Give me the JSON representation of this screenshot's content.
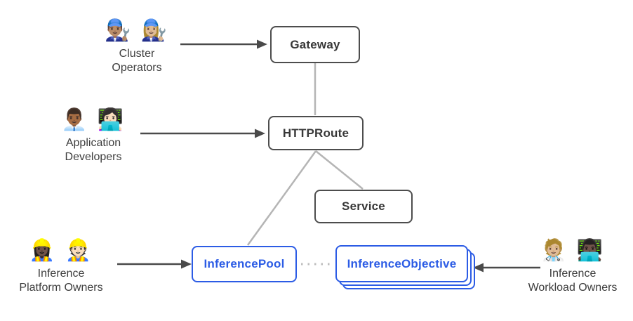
{
  "colors": {
    "node_border_gray": "#4d4d4d",
    "node_text_gray": "#383838",
    "accent_blue": "#2c5ce5",
    "connector_gray": "#b5b5b5",
    "dotted_gray": "#bdbdbd",
    "arrow_dark": "#4a4a4a",
    "caption_text": "#3d3d3d",
    "background": "#ffffff"
  },
  "nodes": {
    "gateway": {
      "label": "Gateway"
    },
    "httproute": {
      "label": "HTTPRoute"
    },
    "service": {
      "label": "Service"
    },
    "inference_pool": {
      "label": "InferencePool"
    },
    "inference_objective": {
      "label": "InferenceObjective"
    }
  },
  "personas": {
    "cluster_operators": {
      "emoji": "👨🏽‍🔧 👩🏼‍🔧",
      "line1": "Cluster",
      "line2": "Operators"
    },
    "application_developers": {
      "emoji": "👨🏾‍💼 👩🏻‍💻",
      "line1": "Application",
      "line2": "Developers"
    },
    "inference_platform_owners": {
      "emoji": "👷🏿‍♀️ 👷🏻",
      "line1": "Inference",
      "line2": "Platform Owners"
    },
    "inference_workload_owners": {
      "emoji": "🧑🏼‍⚕️ 👨🏿‍💻",
      "line1": "Inference",
      "line2": "Workload Owners"
    }
  }
}
